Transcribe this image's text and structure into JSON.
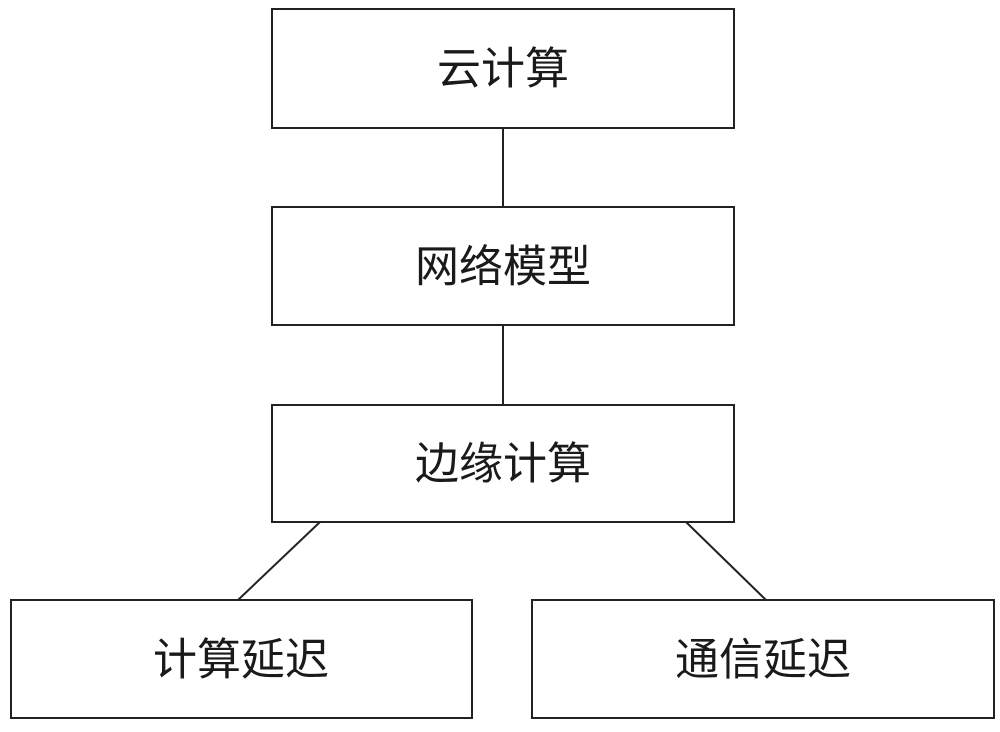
{
  "diagram": {
    "nodes": {
      "cloud_computing": "云计算",
      "network_model": "网络模型",
      "edge_computing": "边缘计算",
      "compute_delay": "计算延迟",
      "communication_delay": "通信延迟"
    },
    "edges": [
      [
        "cloud_computing",
        "network_model"
      ],
      [
        "network_model",
        "edge_computing"
      ],
      [
        "edge_computing",
        "compute_delay"
      ],
      [
        "edge_computing",
        "communication_delay"
      ]
    ]
  }
}
